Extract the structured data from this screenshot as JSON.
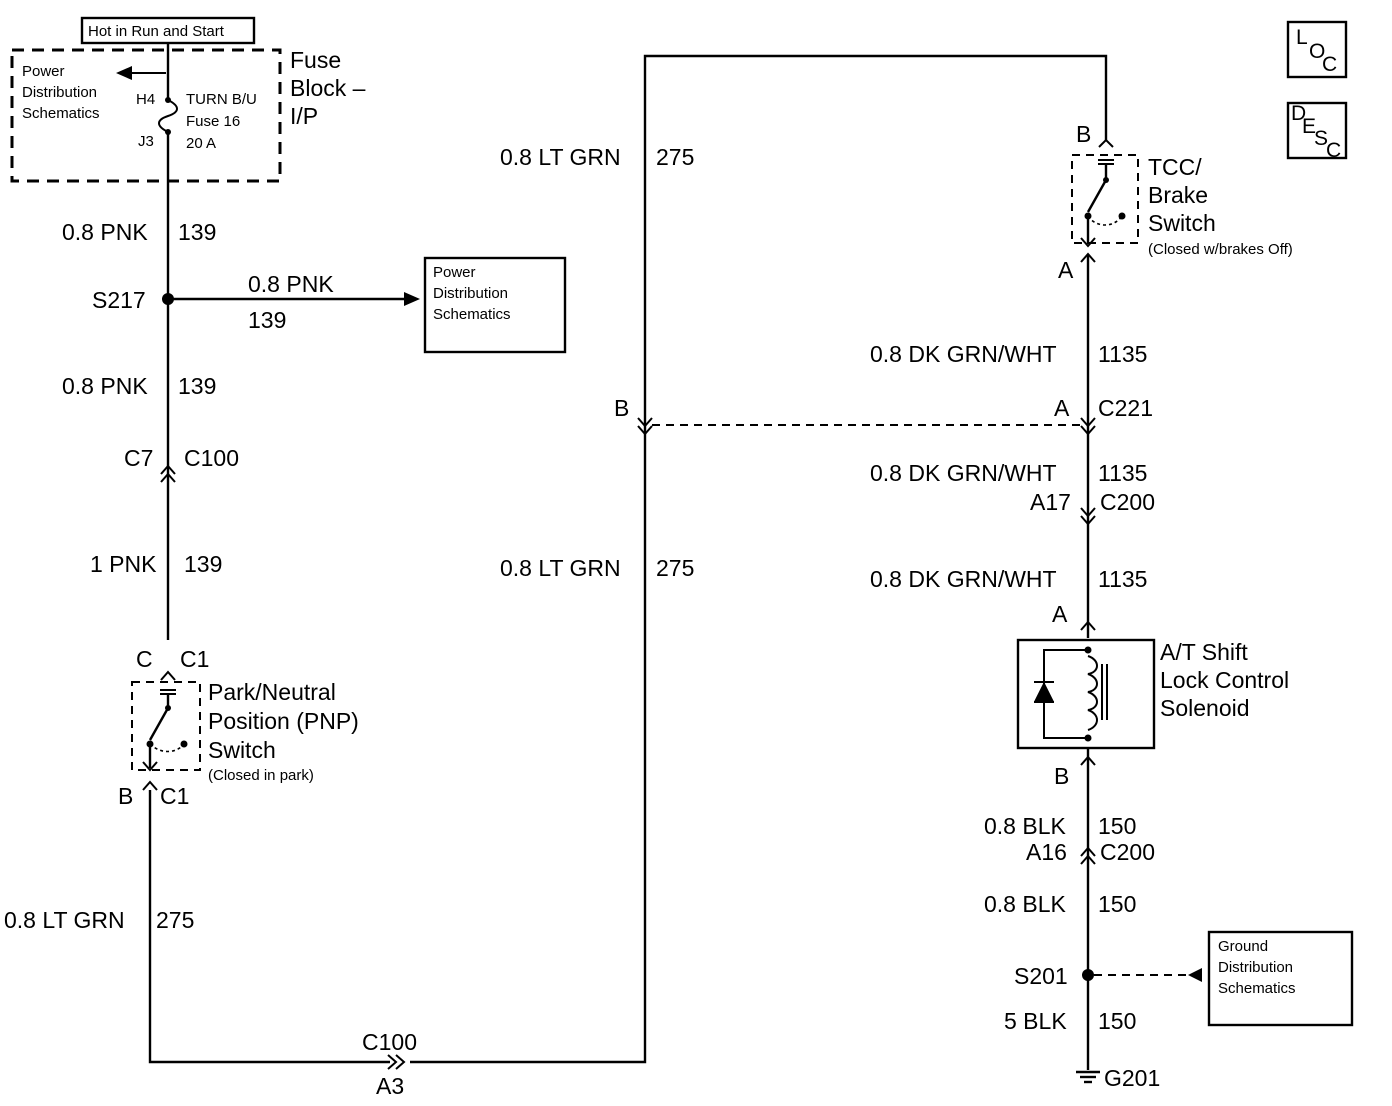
{
  "header": {
    "hot_label": "Hot in Run and Start"
  },
  "icons": {
    "loc": [
      "L",
      "O",
      "C"
    ],
    "desc": [
      "D",
      "E",
      "S",
      "C"
    ]
  },
  "fuse_block": {
    "title_lines": [
      "Fuse",
      "Block –",
      "I/P"
    ],
    "power_lines": [
      "Power",
      "Distribution",
      "Schematics"
    ],
    "pin_top": "H4",
    "pin_bottom": "J3",
    "fuse_lines": [
      "TURN B/U",
      "Fuse 16",
      "20 A"
    ]
  },
  "left_branch": {
    "wire1_label": "0.8 PNK",
    "wire1_circuit": "139",
    "splice": "S217",
    "branch_label": "0.8 PNK",
    "branch_circuit": "139",
    "power_box_lines": [
      "Power",
      "Distribution",
      "Schematics"
    ],
    "wire2_label": "0.8 PNK",
    "wire2_circuit": "139",
    "conn_pin": "C7",
    "conn_name": "C100",
    "wire3_label": "1 PNK",
    "wire3_circuit": "139"
  },
  "pnp_switch": {
    "top_pin": "C",
    "top_conn": "C1",
    "title_lines": [
      "Park/Neutral",
      "Position (PNP)",
      "Switch"
    ],
    "note": "(Closed in park)",
    "bottom_pin": "B",
    "bottom_conn": "C1"
  },
  "left_bottom": {
    "wire_label": "0.8 LT GRN",
    "wire_circuit": "275",
    "conn_name": "C100",
    "conn_pin": "A3"
  },
  "middle": {
    "wire_top_label": "0.8 LT GRN",
    "wire_top_circuit": "275",
    "pin_b": "B",
    "wire_bottom_label": "0.8 LT GRN",
    "wire_bottom_circuit": "275"
  },
  "tcc_switch": {
    "top_pin": "B",
    "title_lines": [
      "TCC/",
      "Brake",
      "Switch"
    ],
    "note": "(Closed w/brakes Off)",
    "bottom_pin": "A"
  },
  "right_column": {
    "w1_label": "0.8 DK GRN/WHT",
    "w1_circuit": "1135",
    "c221_pin": "A",
    "c221_name": "C221",
    "w2_label": "0.8 DK GRN/WHT",
    "w2_circuit": "1135",
    "c200_pin": "A17",
    "c200_name": "C200",
    "w3_label": "0.8 DK GRN/WHT",
    "w3_circuit": "1135",
    "sol_top_pin": "A",
    "sol_title_lines": [
      "A/T Shift",
      "Lock Control",
      "Solenoid"
    ],
    "sol_bottom_pin": "B",
    "w4_label": "0.8 BLK",
    "w4_circuit": "150",
    "c200b_pin": "A16",
    "c200b_name": "C200",
    "w5_label": "0.8 BLK",
    "w5_circuit": "150",
    "splice": "S201",
    "ground_box_lines": [
      "Ground",
      "Distribution",
      "Schematics"
    ],
    "w6_label": "5 BLK",
    "w6_circuit": "150",
    "ground": "G201"
  }
}
